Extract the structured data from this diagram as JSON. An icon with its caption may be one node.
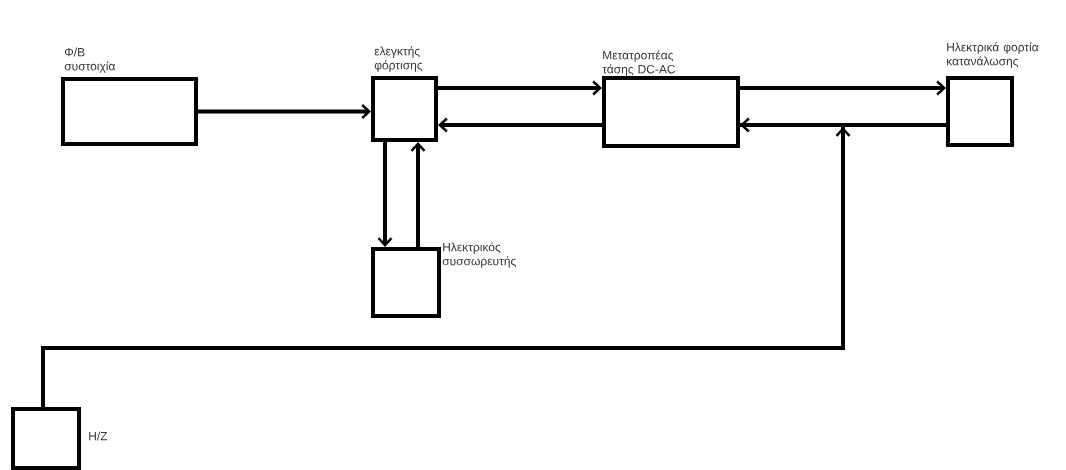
{
  "diagram": {
    "nodes": [
      {
        "text": [
          "Φ/Β συστοιχία"
        ]
      },
      {
        "text": [
          "ελεγκτής φόρτισης"
        ]
      },
      {
        "text": [
          "Μετατροπέας τάσης DC-AC"
        ]
      },
      {
        "text": [
          "Ηλεκτρικά φορτία κατανάλωσης"
        ]
      },
      {
        "text": [
          "Ηλεκτρικός συσσωρευτής"
        ]
      },
      {
        "text": [
          "Η/Ζ"
        ]
      }
    ],
    "edges": [
      {
        "from": 0,
        "to": 1,
        "arrow": "to"
      },
      {
        "from": 1,
        "to": 2,
        "arrow": "to"
      },
      {
        "from": 2,
        "to": 1,
        "arrow": "to"
      },
      {
        "from": 2,
        "to": 3,
        "arrow": "to"
      },
      {
        "from": 3,
        "to": 2,
        "arrow": "to"
      },
      {
        "from": 1,
        "to": 4,
        "arrow": "to"
      },
      {
        "from": 4,
        "to": 1,
        "arrow": "to"
      },
      {
        "from": 5,
        "to": 2,
        "arrow": "to"
      }
    ]
  }
}
